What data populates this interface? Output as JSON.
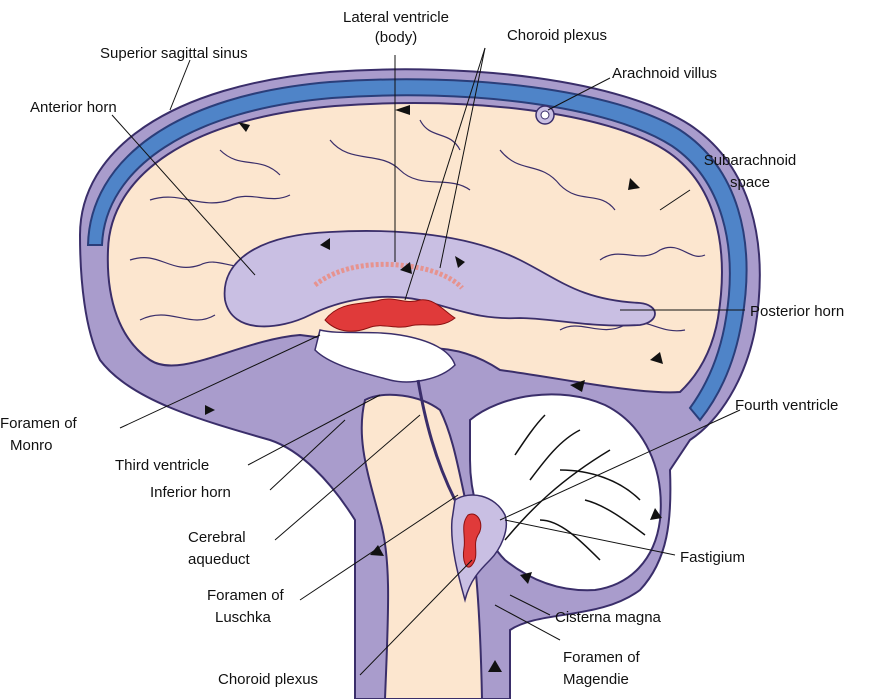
{
  "labels": {
    "lateral_ventricle": "Lateral ventricle",
    "lateral_ventricle_sub": "(body)",
    "choroid_plexus_top": "Choroid plexus",
    "superior_sagittal_sinus": "Superior sagittal sinus",
    "arachnoid_villus": "Arachnoid villus",
    "anterior_horn": "Anterior horn",
    "subarachnoid_space_1": "Subarachnoid",
    "subarachnoid_space_2": "space",
    "posterior_horn": "Posterior horn",
    "fourth_ventricle": "Fourth ventricle",
    "foramen_monro_1": "Foramen of",
    "foramen_monro_2": "Monro",
    "third_ventricle": "Third ventricle",
    "inferior_horn": "Inferior horn",
    "cerebral_aqueduct_1": "Cerebral",
    "cerebral_aqueduct_2": "aqueduct",
    "fastigium": "Fastigium",
    "foramen_luschka_1": "Foramen of",
    "foramen_luschka_2": "Luschka",
    "cisterna_magna": "Cisterna magna",
    "choroid_plexus_bottom": "Choroid plexus",
    "foramen_magendie_1": "Foramen of",
    "foramen_magendie_2": "Magendie"
  },
  "colors": {
    "csf_space": "#a99ccc",
    "csf_outline": "#3a2e6a",
    "venous_sinus": "#4f84c8",
    "brain_tissue": "#fce6cf",
    "ventricle": "#c9bfe3",
    "choroid_plexus": "#e03a3a",
    "cerebellum": "#ffffff",
    "leader_line": "#111111"
  }
}
